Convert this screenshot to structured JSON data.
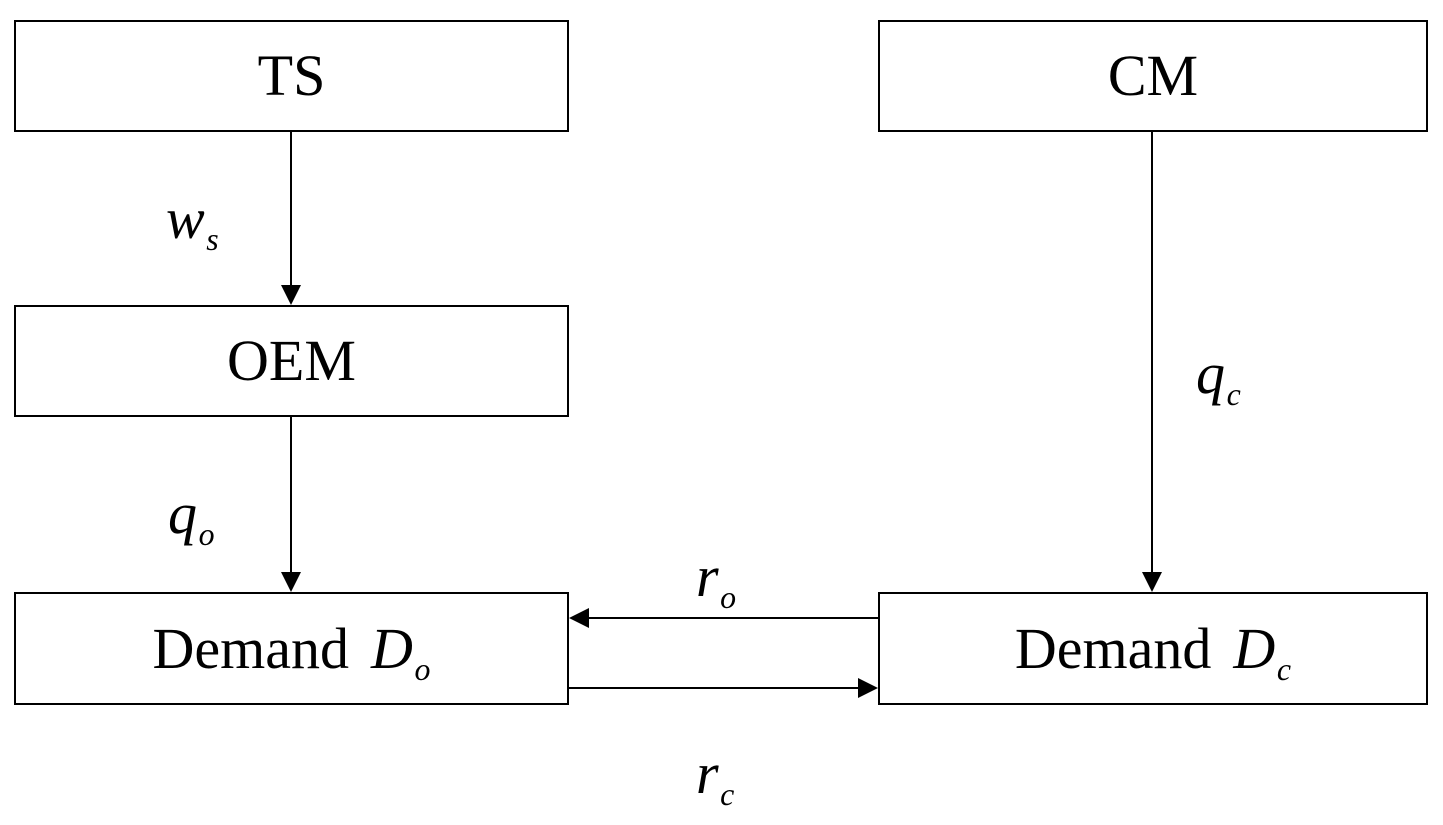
{
  "nodes": {
    "ts": {
      "label": "TS"
    },
    "cm": {
      "label": "CM"
    },
    "oem": {
      "label": "OEM"
    },
    "demand_o": {
      "word": "Demand",
      "var": "D",
      "sub": "o"
    },
    "demand_c": {
      "word": "Demand",
      "var": "D",
      "sub": "c"
    }
  },
  "edges": {
    "ts_to_oem": {
      "var": "w",
      "sub": "s"
    },
    "oem_to_demand": {
      "var": "q",
      "sub": "o"
    },
    "cm_to_demand": {
      "var": "q",
      "sub": "c"
    },
    "dc_to_do": {
      "var": "r",
      "sub": "o"
    },
    "do_to_dc": {
      "var": "r",
      "sub": "c"
    }
  },
  "colors": {
    "stroke": "#000000",
    "background": "#ffffff"
  }
}
